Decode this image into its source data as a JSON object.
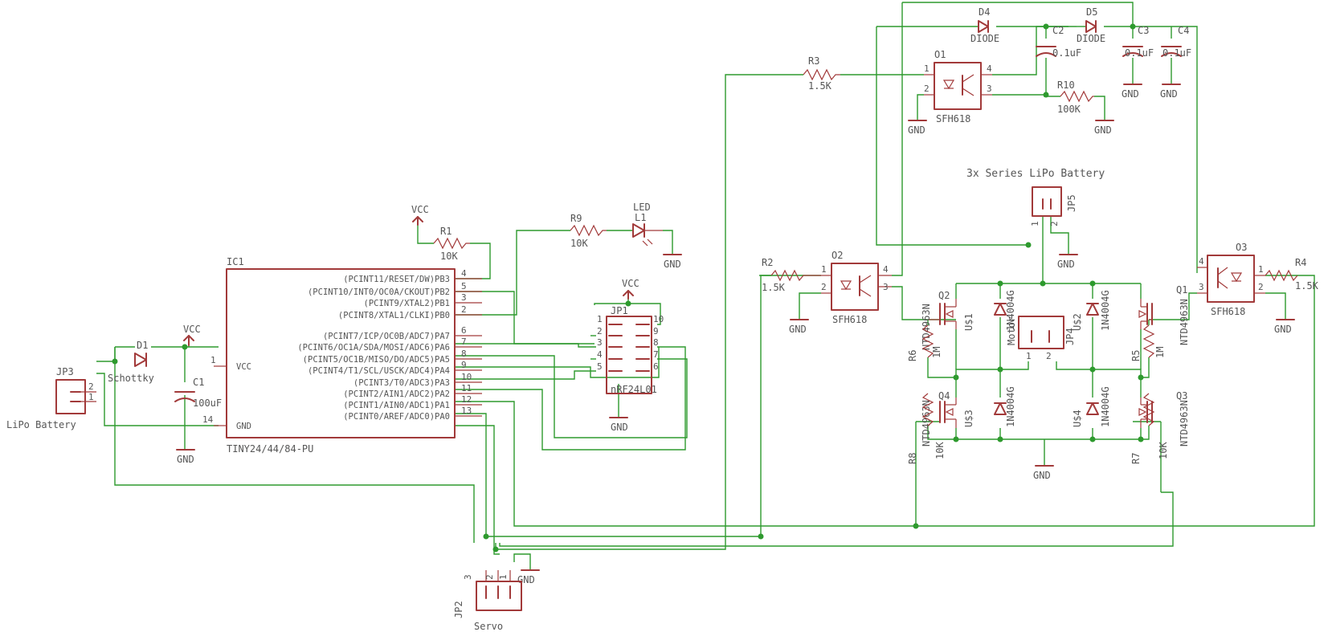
{
  "colors": {
    "symbol": "#a23a3a",
    "wire": "#2e9a2e",
    "text": "#555555",
    "background": "#ffffff"
  },
  "ic1": {
    "name": "IC1",
    "part": "TINY24/44/84-PU",
    "vcc_label": "VCC",
    "gnd_label": "GND",
    "vcc_pin": "1",
    "gnd_pin": "14",
    "right_pins": [
      {
        "signal": "(PCINT11/RESET/DW)PB3",
        "num": "4"
      },
      {
        "signal": "(PCINT10/INT0/OC0A/CKOUT)PB2",
        "num": "5"
      },
      {
        "signal": "(PCINT9/XTAL2)PB1",
        "num": "3"
      },
      {
        "signal": "(PCINT8/XTAL1/CLKI)PB0",
        "num": "2"
      },
      {
        "signal": "(PCINT7/ICP/OC0B/ADC7)PA7",
        "num": "6"
      },
      {
        "signal": "(PCINT6/OC1A/SDA/MOSI/ADC6)PA6",
        "num": "7"
      },
      {
        "signal": "(PCINT5/OC1B/MISO/DO/ADC5)PA5",
        "num": "8"
      },
      {
        "signal": "(PCINT4/T1/SCL/USCK/ADC4)PA4",
        "num": "9"
      },
      {
        "signal": "(PCINT3/T0/ADC3)PA3",
        "num": "10"
      },
      {
        "signal": "(PCINT2/AIN1/ADC2)PA2",
        "num": "11"
      },
      {
        "signal": "(PCINT1/AIN0/ADC1)PA1",
        "num": "12"
      },
      {
        "signal": "(PCINT0/AREF/ADC0)PA0",
        "num": "13"
      }
    ]
  },
  "power": {
    "vcc": "VCC",
    "gnd": "GND"
  },
  "jp3": {
    "name": "JP3",
    "label": "LiPo Battery",
    "pins": [
      "2",
      "1"
    ]
  },
  "d1": {
    "name": "D1",
    "value": "Schottky"
  },
  "c1": {
    "name": "C1",
    "value": "100uF"
  },
  "r1": {
    "name": "R1",
    "value": "10K"
  },
  "r9": {
    "name": "R9",
    "value": "10K"
  },
  "led": {
    "name": "LED",
    "ref": "L1"
  },
  "jp1": {
    "name": "JP1",
    "value": "nRF24L01",
    "pins": [
      "1",
      "10",
      "2",
      "9",
      "3",
      "8",
      "4",
      "7",
      "5",
      "6"
    ]
  },
  "jp2": {
    "name": "JP2",
    "label": "Servo",
    "pins": [
      "3",
      "2",
      "1"
    ]
  },
  "d4": {
    "name": "D4",
    "value": "DIODE"
  },
  "d5": {
    "name": "D5",
    "value": "DIODE"
  },
  "c2": {
    "name": "C2",
    "value": "0.1uF"
  },
  "c3": {
    "name": "C3",
    "value": "0.1uF"
  },
  "c4": {
    "name": "C4",
    "value": "0.1uF"
  },
  "r3": {
    "name": "R3",
    "value": "1.5K"
  },
  "r10": {
    "name": "R10",
    "value": "100K"
  },
  "o1": {
    "name": "O1",
    "part": "SFH618",
    "pins": [
      "1",
      "2",
      "4",
      "3"
    ]
  },
  "o2": {
    "name": "O2",
    "part": "SFH618",
    "pins": [
      "1",
      "2",
      "4",
      "3"
    ]
  },
  "o3": {
    "name": "O3",
    "part": "SFH618",
    "pins": [
      "4",
      "3",
      "1",
      "2"
    ]
  },
  "r2": {
    "name": "R2",
    "value": "1.5K"
  },
  "r4": {
    "name": "R4",
    "value": "1.5K"
  },
  "jp5": {
    "name": "JP5",
    "label": "3x Series LiPo Battery",
    "pins": [
      "1",
      "2"
    ]
  },
  "jp4": {
    "name": "JP4",
    "label": "Motor",
    "pins": [
      "1",
      "2"
    ]
  },
  "q1": {
    "name": "Q1",
    "part": "NTD4963N"
  },
  "q2": {
    "name": "Q2",
    "part": "NTD4963N"
  },
  "q3": {
    "name": "Q3",
    "part": "NTD4963N"
  },
  "q4": {
    "name": "Q4",
    "part": "NTD4963N"
  },
  "u1": {
    "name": "U$1",
    "part": "1N4004G"
  },
  "u2": {
    "name": "U$2",
    "part": "1N4004G"
  },
  "u3": {
    "name": "U$3",
    "part": "1N4004G"
  },
  "u4": {
    "name": "U$4",
    "part": "1N4004G"
  },
  "r5": {
    "name": "R5",
    "value": "1M"
  },
  "r6": {
    "name": "R6",
    "value": "1M"
  },
  "r7": {
    "name": "R7",
    "value": "10K"
  },
  "r8": {
    "name": "R8",
    "value": "10K"
  }
}
